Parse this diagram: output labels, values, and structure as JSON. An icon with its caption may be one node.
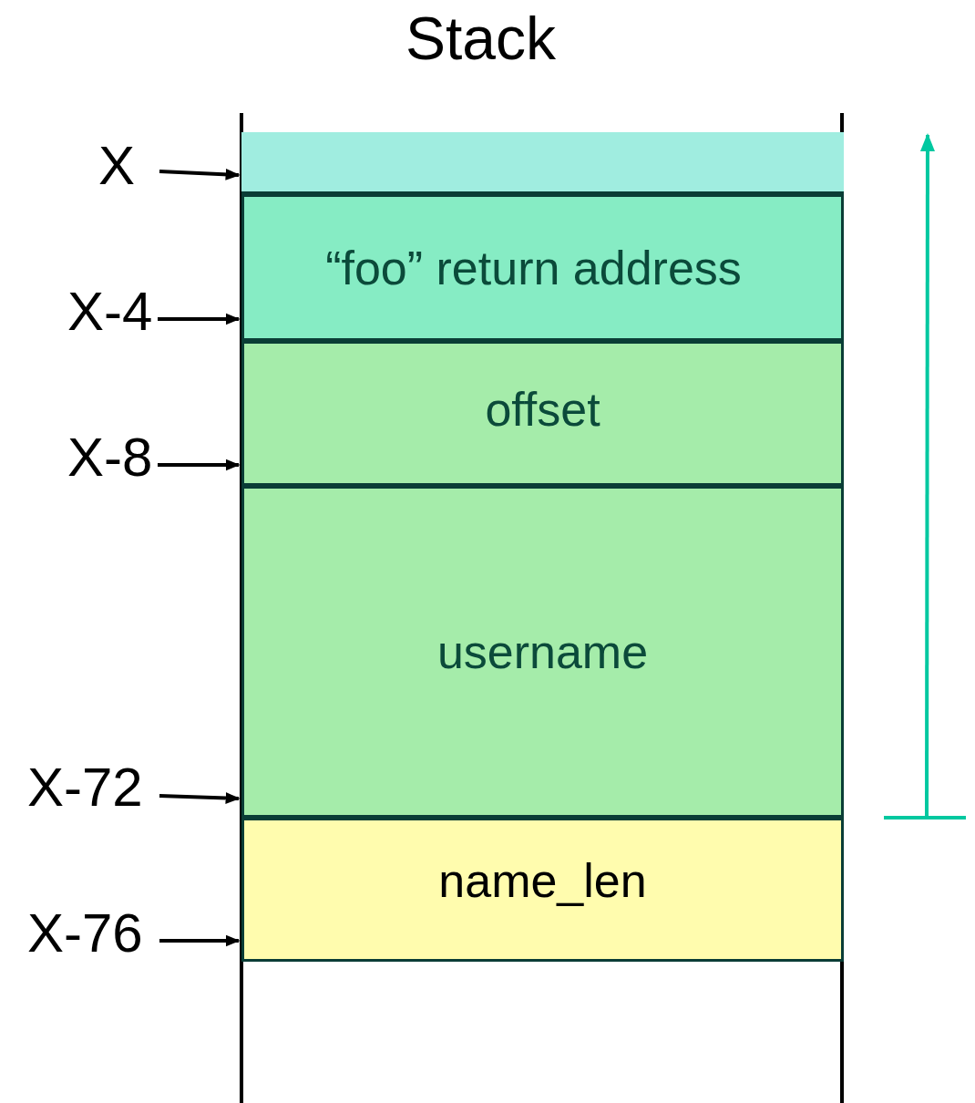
{
  "diagram": {
    "title": "Stack",
    "nodes": [
      {
        "text": [],
        "shape": "box"
      },
      {
        "text": [
          "“foo” return address"
        ]
      },
      {
        "text": [
          "offset"
        ]
      },
      {
        "text": [
          "username"
        ]
      },
      {
        "text": [
          "name_len"
        ]
      },
      {
        "text": [],
        "shape": "box"
      },
      {
        "text": [
          "X"
        ]
      },
      {
        "text": [
          "X-4"
        ]
      },
      {
        "text": [
          "X-8"
        ]
      },
      {
        "text": [
          "X-72"
        ]
      },
      {
        "text": [
          "X-76"
        ]
      }
    ],
    "edges": [
      {
        "from": 6,
        "to": 0,
        "arrow": "to"
      },
      {
        "from": 7,
        "to": 1,
        "arrow": "to"
      },
      {
        "from": 8,
        "to": 2,
        "arrow": "to"
      },
      {
        "from": 9,
        "to": 3,
        "arrow": "to"
      },
      {
        "from": 10,
        "to": 4,
        "arrow": "to"
      }
    ]
  }
}
